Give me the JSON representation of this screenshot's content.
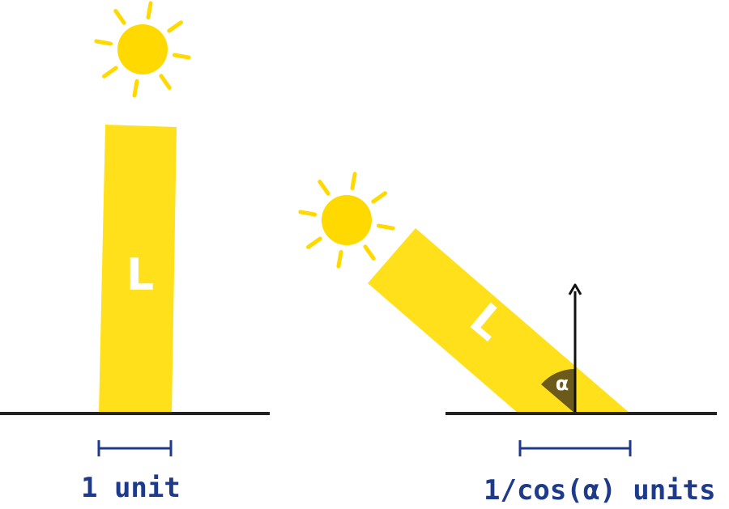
{
  "left_panel": {
    "beam_label": "L",
    "width_label": "1 unit"
  },
  "right_panel": {
    "beam_label": "L",
    "angle_label": "α",
    "width_label": "1/cos(α) units"
  },
  "colors": {
    "sun": "#FFD900",
    "beam": "#FFE01B",
    "ground": "#222222",
    "measure": "#1e3a8a",
    "angle_wedge": "#6b5a1a",
    "text_on_beam": "#ffffff"
  }
}
